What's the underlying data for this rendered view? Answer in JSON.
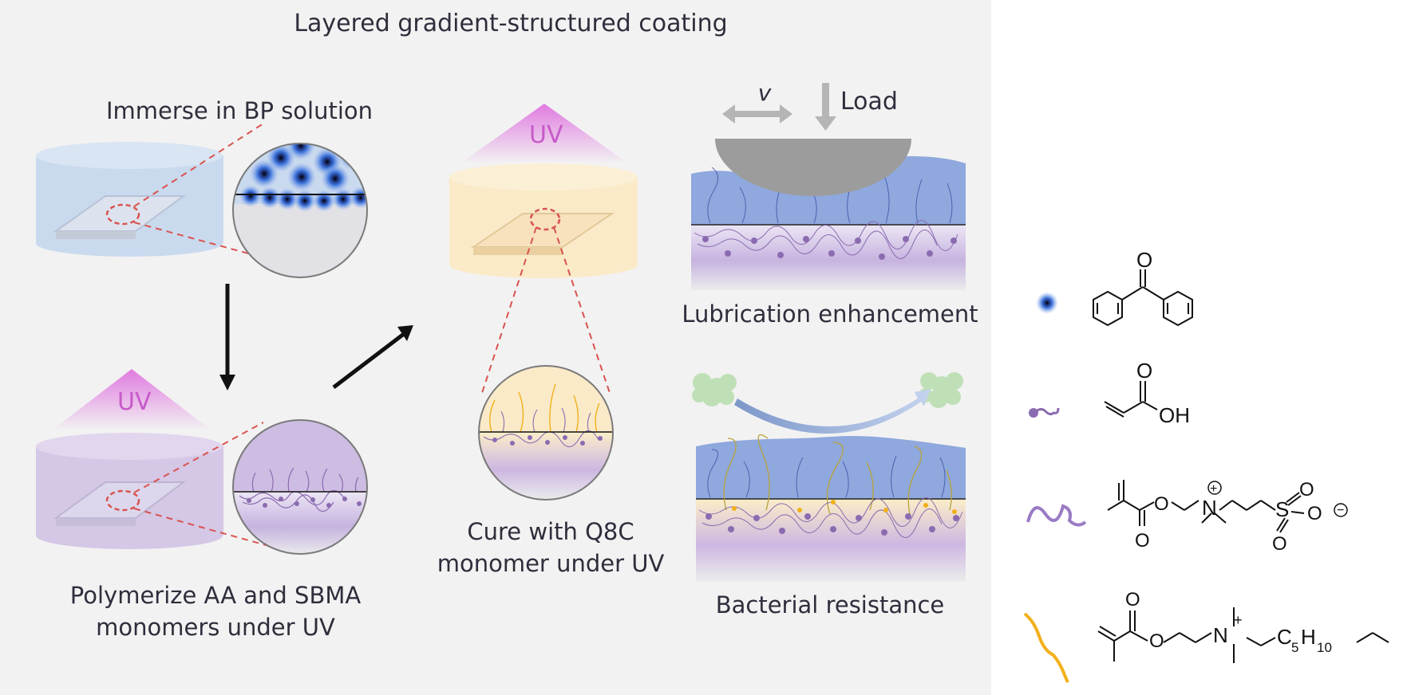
{
  "title": "Layered gradient-structured coating",
  "steps": {
    "immerse": "Immerse in BP solution",
    "polymerize": [
      "Polymerize AA and SBMA",
      "monomers under UV"
    ],
    "cure": [
      "Cure with Q8C",
      "monomer under UV"
    ]
  },
  "uv_label": "UV",
  "results": {
    "velocity": "v",
    "load": "Load",
    "lubrication": "Lubrication enhancement",
    "bacterial": "Bacterial resistance"
  },
  "legend": {
    "bp": {
      "atoms": [
        "O"
      ]
    },
    "aa": {
      "atoms": [
        "O",
        "OH"
      ]
    },
    "sbma": {
      "atoms": [
        "O",
        "O",
        "N",
        "S",
        "O",
        "O"
      ],
      "charges": [
        "+",
        "−"
      ]
    },
    "q8c": {
      "atoms": [
        "O",
        "O",
        "N",
        "+",
        "C",
        "5",
        "H",
        "10"
      ]
    }
  },
  "colors": {
    "panel": "#f2f2f2",
    "bp_blue": "#3a6fd0",
    "uv_pink": "#d77ad9",
    "aa_purple": "#8b6bb0",
    "sbma_purple": "#9a7bc4",
    "q8c_yellow": "#f2b01a",
    "coating_blue": "#8fa8dd",
    "cure_yellow": "#f9e6b8",
    "dashed_red": "#d9534f"
  }
}
